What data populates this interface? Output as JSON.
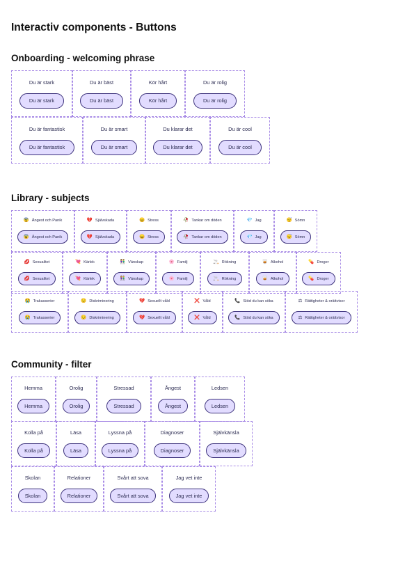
{
  "page_title": "Interactiv components - Buttons",
  "sections": {
    "onboarding": {
      "title": "Onboarding - welcoming phrase",
      "rows": [
        [
          {
            "label": "Du är stark"
          },
          {
            "label": "Du är bäst"
          },
          {
            "label": "Kör hårt"
          },
          {
            "label": "Du är rolig"
          }
        ],
        [
          {
            "label": "Du är fantastisk"
          },
          {
            "label": "Du är smart"
          },
          {
            "label": "Du klarar det"
          },
          {
            "label": "Du är cool"
          }
        ]
      ]
    },
    "library": {
      "title": "Library - subjects",
      "rows": [
        [
          {
            "label": "Ångest och Panik",
            "icon": "😨"
          },
          {
            "label": "Självskada",
            "icon": "💔"
          },
          {
            "label": "Stress",
            "icon": "😖"
          },
          {
            "label": "Tankar om döden",
            "icon": "🥀"
          },
          {
            "label": "Jag",
            "icon": "💎"
          },
          {
            "label": "Sömn",
            "icon": "😴"
          }
        ],
        [
          {
            "label": "Sexualitet",
            "icon": "💋"
          },
          {
            "label": "Kärlek",
            "icon": "💘"
          },
          {
            "label": "Vänskap",
            "icon": "👫"
          },
          {
            "label": "Familj",
            "icon": "🌸"
          },
          {
            "label": "Rökning",
            "icon": "🚬"
          },
          {
            "label": "Alkohol",
            "icon": "🥃"
          },
          {
            "label": "Droger",
            "icon": "💊"
          }
        ],
        [
          {
            "label": "Trakasserier",
            "icon": "😭"
          },
          {
            "label": "Diskriminering",
            "icon": "😔"
          },
          {
            "label": "Sexuellt våld",
            "icon": "💔"
          },
          {
            "label": "Våld",
            "icon": "❌"
          },
          {
            "label": "Stöd du kan söka",
            "icon": "📞"
          },
          {
            "label": "Rättigheter & orättvisor",
            "icon": "⚖"
          }
        ]
      ]
    },
    "community": {
      "title": "Community - filter",
      "rows": [
        [
          {
            "label": "Hemma"
          },
          {
            "label": "Orolig"
          },
          {
            "label": "Stressad"
          },
          {
            "label": "Ångest"
          },
          {
            "label": "Ledsen"
          }
        ],
        [
          {
            "label": "Kolla på"
          },
          {
            "label": "Läsa"
          },
          {
            "label": "Lyssna på"
          },
          {
            "label": "Diagnoser"
          },
          {
            "label": "Självkänsla"
          }
        ],
        [
          {
            "label": "Skolan"
          },
          {
            "label": "Relationer"
          },
          {
            "label": "Svårt att sova"
          },
          {
            "label": "Jag vet inte"
          }
        ]
      ]
    }
  },
  "colors": {
    "button_fill": "#e2dcff",
    "button_border": "#3a2f7a",
    "dashed_border": "#a88be6",
    "text": "#2c2c52"
  }
}
